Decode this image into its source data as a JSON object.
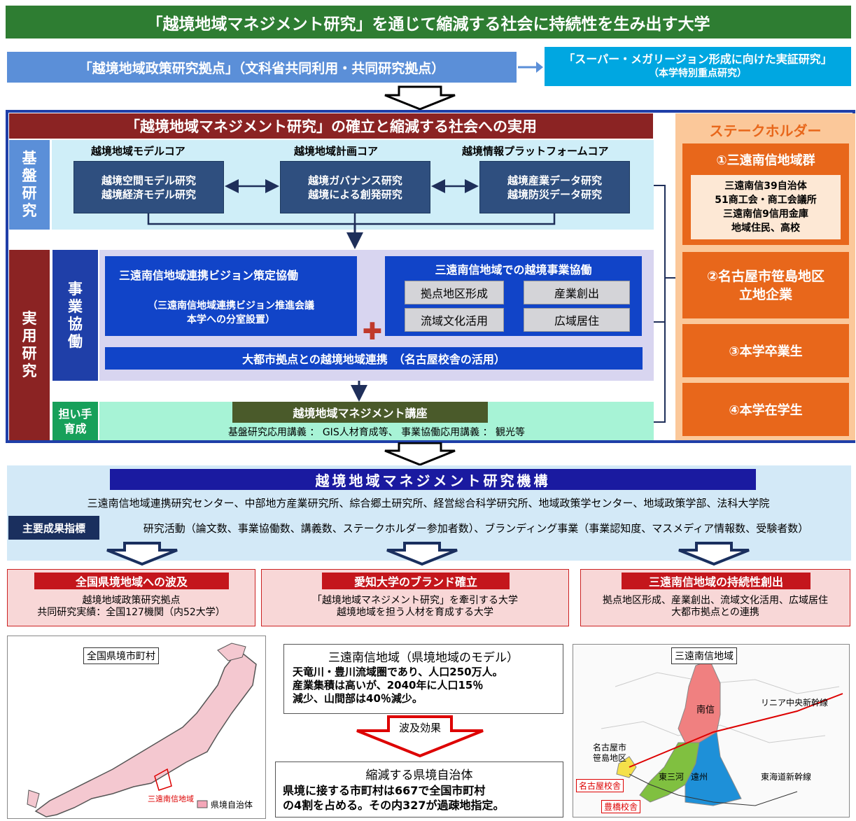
{
  "title": "「越境地域マネジメント研究」を通じて縮減する社会に持続性を生み出す大学",
  "base_hub": "「越境地域政策研究拠点」（文科省共同利用・共同研究拠点）",
  "super": {
    "line1": "「スーパー・メガリージョン形成に向けた実証研究」",
    "line2": "（本学特別重点研究）"
  },
  "section_title": "「越境地域マネジメント研究」の確立と縮減する社会への実用",
  "kiban": {
    "side": [
      "基",
      "盤",
      "研",
      "究"
    ],
    "cores": [
      {
        "label": "越境地域モデルコア",
        "line1": "越境空間モデル研究",
        "line2": "越境経済モデル研究"
      },
      {
        "label": "越境地域計画コア",
        "line1": "越境ガバナンス研究",
        "line2": "越境による創発研究"
      },
      {
        "label": "越境情報プラットフォームコア",
        "line1": "越境産業データ研究",
        "line2": "越境防災データ研究"
      }
    ]
  },
  "jitsuyo_side": [
    "実",
    "用",
    "研",
    "究"
  ],
  "jigyo": {
    "side": [
      "事",
      "業",
      "協",
      "働"
    ],
    "vision_title": "三遠南信地域連携ビジョン策定協働",
    "vision_line1": "（三遠南信地域連携ビジョン推進会議",
    "vision_line2": "本学への分室設置）",
    "collab_title": "三遠南信地域での越境事業協働",
    "items": [
      "拠点地区形成",
      "産業創出",
      "流域文化活用",
      "広域居住"
    ],
    "metro": "大都市拠点との越境地域連携　（名古屋校舎の活用）"
  },
  "ninai": {
    "side": [
      "担い手",
      "育成"
    ],
    "course": "越境地域マネジメント講座",
    "course_text": "基盤研究応用講義 ： GIS人材育成等、 事業協働応用講義 ： 観光等"
  },
  "stakeholder": {
    "title": "ステークホルダー",
    "g1_title": "①三遠南信地域群",
    "g1_lines": [
      "三遠南信39自治体",
      "51商工会・商工会議所",
      "三遠南信9信用金庫",
      "地域住民、高校"
    ],
    "g2_line1": "②名古屋市笹島地区",
    "g2_line2": "立地企業",
    "g3": "③本学卒業生",
    "g4": "④本学在学生"
  },
  "kiko": {
    "title": "越境地域マネジメント研究機構",
    "members": "三遠南信地域連携研究センター、中部地方産業研究所、綜合郷土研究所、経営総合科学研究所、地域政策学センター、地域政策学部、法科大学院",
    "kpi_label": "主要成果指標",
    "kpi_text": "研究活動（論文数、事業協働数、講義数、ステークホルダー参加者数）、ブランディング事業（事業認知度、マスメディア情報数、受験者数）"
  },
  "outcomes": [
    {
      "title": "全国県境地域への波及",
      "line1": "越境地域政策研究拠点",
      "line2": "共同研究実績：全国127機関（内52大学）"
    },
    {
      "title": "愛知大学のブランド確立",
      "line1": "「越境地域マネジメント研究」を牽引する大学",
      "line2": "越境地域を担う人材を育成する大学"
    },
    {
      "title": "三遠南信地域の持続性創出",
      "line1": "拠点地区形成、産業創出、流域文化活用、広域居住",
      "line2": "大都市拠点との連携"
    }
  ],
  "map_left": {
    "label": "全国県境市町村",
    "highlight": "三遠南信地域",
    "legend": "県境自治体"
  },
  "middle": {
    "title": "三遠南信地域（県境地域のモデル）",
    "desc": [
      "天竜川・豊川流域圏であり、人口250万人。",
      "産業集積は高いが、2040年に人口15％",
      "減少、山間部は40％減少。"
    ],
    "effect": "波及効果",
    "bottom_title": "縮減する県境自治体",
    "bottom_desc": [
      "県境に接する市町村は667で全国市町村",
      "の4割を占める。その内327が過疎地指定。"
    ]
  },
  "map_right": {
    "label": "三遠南信地域",
    "nanshin": "南信",
    "linear": "リニア中央新幹線",
    "nagoya": [
      "名古屋市",
      "笹島地区"
    ],
    "higashimikawa": "東三河",
    "enshu": "遠州",
    "tokaido": "東海道新幹線",
    "nagoya_campus": "名古屋校舎",
    "toyohashi_campus": "豊橋校舎"
  }
}
